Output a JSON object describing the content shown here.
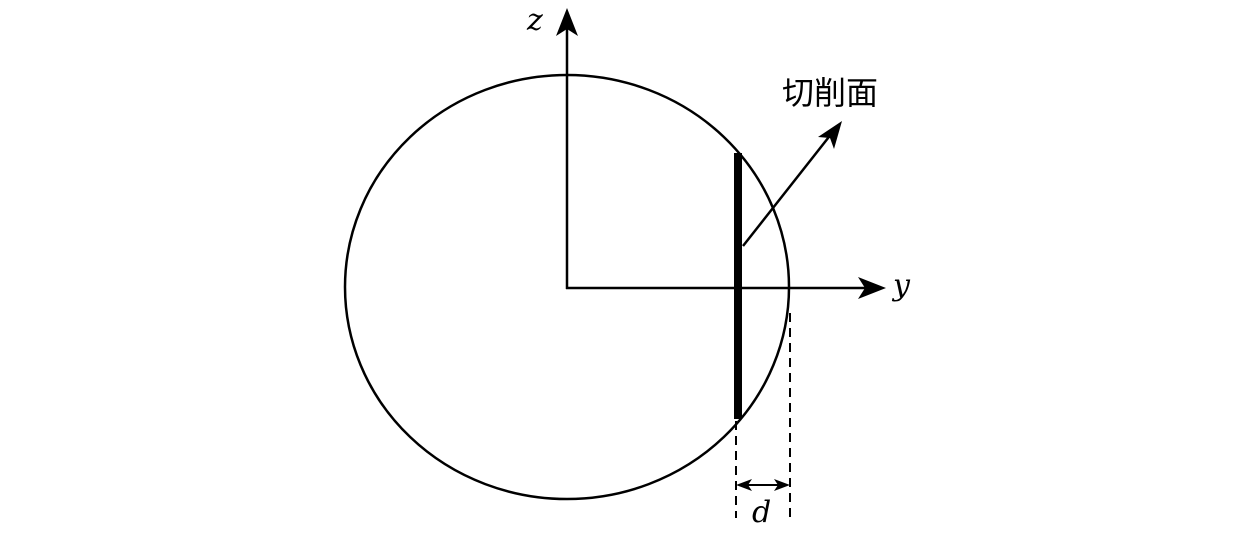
{
  "labels": {
    "z_axis": "z",
    "y_axis": "y",
    "cut_plane": "切削面",
    "distance": "d"
  },
  "colors": {
    "stroke": "#000000",
    "background": "#ffffff"
  }
}
